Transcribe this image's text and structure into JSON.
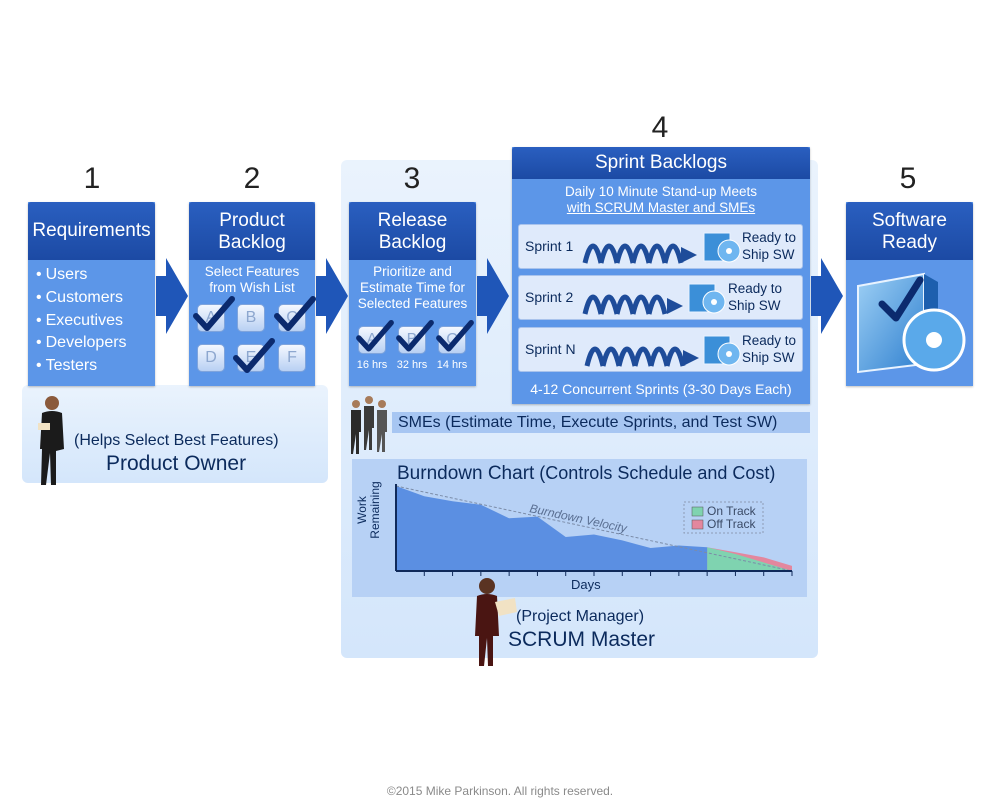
{
  "steps": {
    "s1": {
      "number": "1",
      "title": "Requirements",
      "items": [
        "Users",
        "Customers",
        "Executives",
        "Developers",
        "Testers"
      ]
    },
    "s2": {
      "number": "2",
      "title_l1": "Product",
      "title_l2": "Backlog",
      "desc_l1": "Select Features",
      "desc_l2": "from Wish List",
      "tiles": [
        "A",
        "B",
        "C",
        "D",
        "E",
        "F"
      ]
    },
    "s3": {
      "number": "3",
      "title_l1": "Release",
      "title_l2": "Backlog",
      "desc_l1": "Prioritize and",
      "desc_l2": "Estimate Time for",
      "desc_l3": "Selected Features",
      "tiles": [
        "A",
        "B",
        "C"
      ],
      "hours": [
        "16 hrs",
        "32 hrs",
        "14 hrs"
      ]
    },
    "s4": {
      "number": "4",
      "title": "Sprint Backlogs",
      "desc_l1": "Daily 10 Minute Stand-up Meets",
      "desc_l2": "with SCRUM Master and SMEs",
      "sprints": [
        "Sprint 1",
        "Sprint 2",
        "Sprint N"
      ],
      "ready_l1": "Ready to",
      "ready_l2": "Ship SW",
      "footer": "4-12 Concurrent Sprints (3-30 Days Each)"
    },
    "s5": {
      "number": "5",
      "title_l1": "Software",
      "title_l2": "Ready"
    }
  },
  "product_owner": {
    "role": "(Helps Select Best Features)",
    "name": "Product Owner"
  },
  "smes": {
    "label": "SMEs (Estimate Time, Execute Sprints, and Test SW)"
  },
  "burndown": {
    "title": "Burndown Chart",
    "subtitle": " (Controls Schedule and Cost)",
    "ylabel_l1": "Work",
    "ylabel_l2": "Remaining",
    "xlabel": "Days",
    "velocity_label": "Burndown Velocity",
    "legend": [
      {
        "label": "On Track",
        "color": "#7fd3b0"
      },
      {
        "label": "Off Track",
        "color": "#e3879e"
      }
    ]
  },
  "scrum_master": {
    "role": "(Project Manager)",
    "name": "SCRUM Master"
  },
  "copyright": "©2015 Mike Parkinson. All rights reserved.",
  "colors": {
    "box": "#5c96e8",
    "header": "#1f4fae",
    "arrow": "#1f56b8",
    "text": "#0b2a5c"
  },
  "chart_data": {
    "type": "area",
    "title": "Burndown Chart",
    "subtitle": "(Controls Schedule and Cost)",
    "xlabel": "Days",
    "ylabel": "Work Remaining",
    "x": [
      0,
      1,
      2,
      3,
      4,
      5,
      6,
      7,
      8,
      9,
      10,
      11,
      12,
      13,
      14
    ],
    "series": [
      {
        "name": "Work Remaining",
        "values": [
          100,
          88,
          82,
          78,
          62,
          64,
          40,
          43,
          36,
          27,
          30,
          28,
          null,
          null,
          null
        ]
      },
      {
        "name": "On Track",
        "values": [
          null,
          null,
          null,
          null,
          null,
          null,
          null,
          null,
          null,
          null,
          null,
          28,
          20,
          10,
          0
        ]
      },
      {
        "name": "Off Track",
        "values": [
          null,
          null,
          null,
          null,
          null,
          null,
          null,
          null,
          null,
          null,
          null,
          28,
          22,
          16,
          6
        ]
      },
      {
        "name": "Burndown Velocity",
        "values": [
          100,
          null,
          null,
          null,
          null,
          null,
          null,
          null,
          null,
          null,
          null,
          null,
          null,
          null,
          0
        ]
      }
    ],
    "xlim": [
      0,
      14
    ],
    "ylim": [
      0,
      100
    ],
    "grid": false,
    "legend_position": "top-right"
  }
}
